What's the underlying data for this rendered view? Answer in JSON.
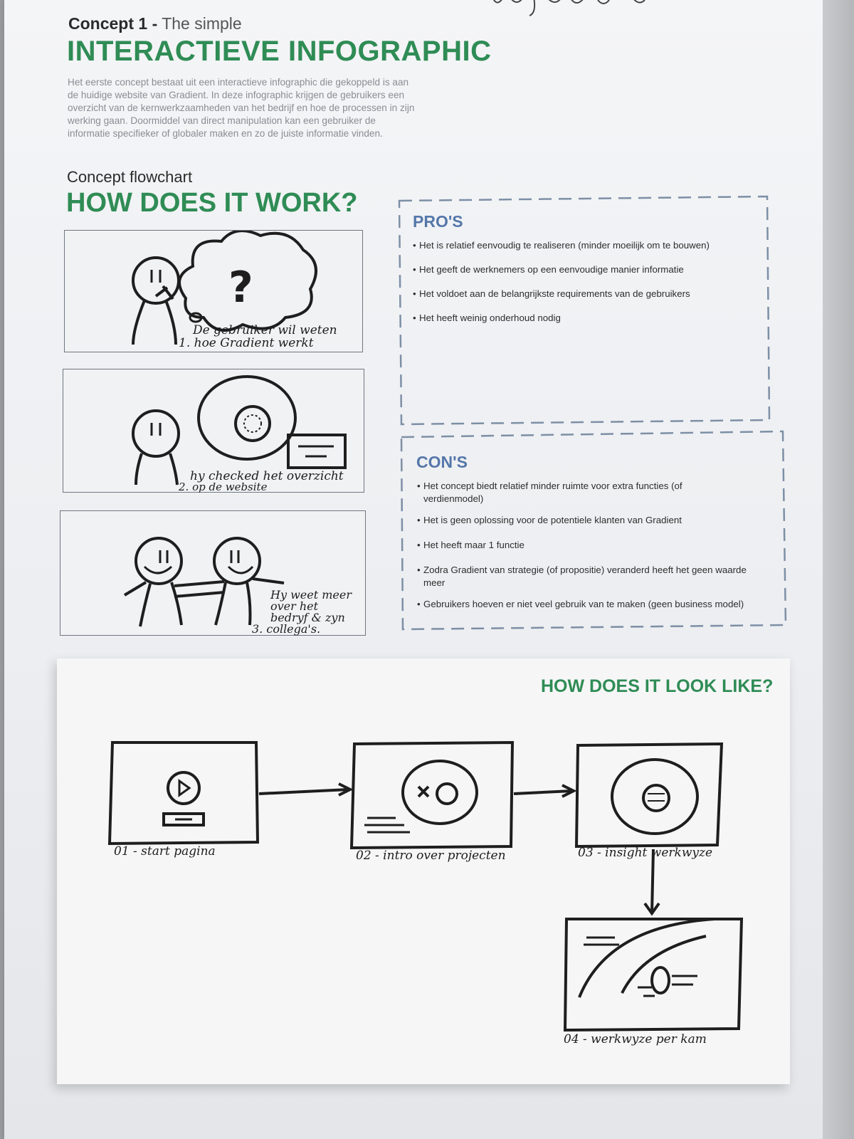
{
  "header": {
    "concept_label": "Concept 1 -",
    "concept_sub": "The simple",
    "title": "INTERACTIEVE INFOGRAPHIC",
    "intro_lines": [
      "Het eerste concept bestaat uit een interactieve infographic die gekoppeld is aan",
      "de huidige website van Gradient. In deze infographic krijgen de gebruikers een",
      "overzicht van de kernwerkzaamheden van het bedrijf en hoe de processen in zijn",
      "werking gaan. Doormiddel van direct manipulation kan een gebruiker de",
      "informatie specifieker of globaler maken en zo de juiste informatie vinden."
    ]
  },
  "flowchart": {
    "subtitle": "Concept flowchart",
    "title": "HOW DOES IT WORK?",
    "panels": [
      {
        "caption_line1": "De gebruiker wil weten",
        "caption_line2": "1. hoe Gradient werkt"
      },
      {
        "caption_line1": "hy checked het overzicht",
        "caption_line2": "2. op de website"
      },
      {
        "caption_line1": "Hy weet meer",
        "caption_line2": "over het",
        "caption_line3": "bedryf & zyn",
        "caption_line4": "3. collega's."
      }
    ]
  },
  "pros": {
    "heading": "PRO'S",
    "items": [
      "Het is relatief eenvoudig te realiseren (minder moeilijk om te bouwen)",
      "Het geeft de werknemers op een eenvoudige manier informatie",
      "Het voldoet aan de belangrijkste requirements van de gebruikers",
      "Het heeft weinig onderhoud nodig"
    ]
  },
  "cons": {
    "heading": "CON'S",
    "items": [
      "Het concept biedt relatief minder ruimte voor extra functies (of verdienmodel)",
      "Het is geen oplossing voor de potentiele klanten van Gradient",
      "Het heeft maar 1 functie",
      "Zodra Gradient van strategie (of propositie) veranderd heeft het geen waarde meer",
      "Gebruikers hoeven er niet veel gebruik van te maken (geen business model)"
    ]
  },
  "look": {
    "title": "HOW DOES IT LOOK LIKE?",
    "steps": [
      "01 - start pagina",
      "02 - intro over projecten",
      "03 - insight werkwyze",
      "04 - werkwyze per kam"
    ]
  },
  "colors": {
    "green": "#2f8c55",
    "blue_heading": "#5577aa",
    "dash_border": "#7d8fa6"
  }
}
